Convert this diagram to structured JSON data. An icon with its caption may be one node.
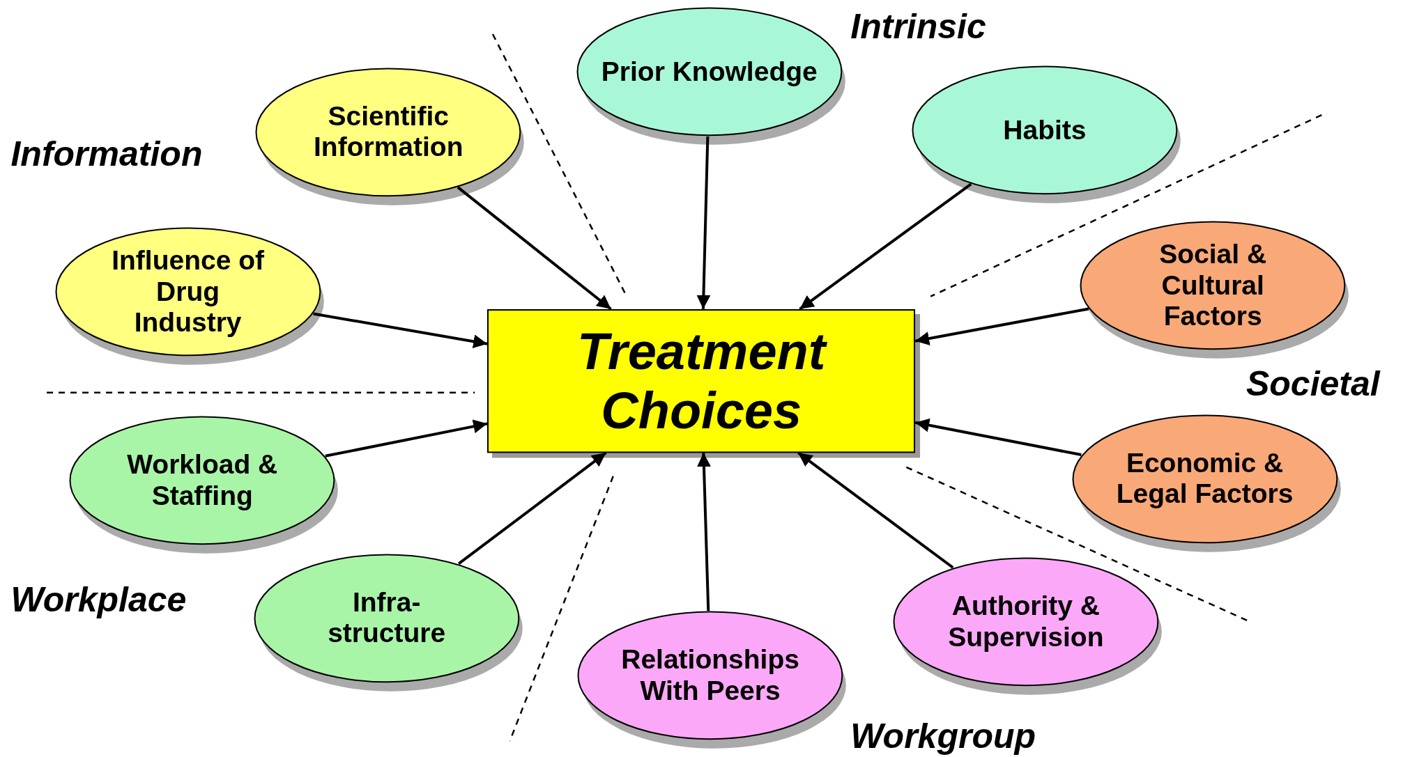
{
  "diagram": {
    "nodes": [
      {
        "text": [
          "Treatment Choices"
        ]
      },
      {
        "text": [
          "Scientific Information"
        ]
      },
      {
        "text": [
          "Influence of Drug Industry"
        ]
      },
      {
        "text": [
          "Workload & Staffing"
        ]
      },
      {
        "text": [
          "Infra- structure"
        ]
      },
      {
        "text": [
          "Prior Knowledge"
        ]
      },
      {
        "text": [
          "Habits"
        ]
      },
      {
        "text": [
          "Social & Cultural Factors"
        ]
      },
      {
        "text": [
          "Economic & Legal Factors"
        ]
      },
      {
        "text": [
          "Relationships With Peers"
        ]
      },
      {
        "text": [
          "Authority & Supervision"
        ]
      }
    ],
    "edges": [
      {
        "from": 1,
        "to": 0,
        "arrow": "to"
      },
      {
        "from": 2,
        "to": 0,
        "arrow": "to"
      },
      {
        "from": 3,
        "to": 0,
        "arrow": "to"
      },
      {
        "from": 4,
        "to": 0,
        "arrow": "to"
      },
      {
        "from": 5,
        "to": 0,
        "arrow": "to"
      },
      {
        "from": 6,
        "to": 0,
        "arrow": "to"
      },
      {
        "from": 7,
        "to": 0,
        "arrow": "to"
      },
      {
        "from": 8,
        "to": 0,
        "arrow": "to"
      },
      {
        "from": 9,
        "to": 0,
        "arrow": "to"
      },
      {
        "from": 10,
        "to": 0,
        "arrow": "to"
      }
    ],
    "labels": [
      "Intrinsic",
      "Information",
      "Societal",
      "Workplace",
      "Workgroup"
    ]
  }
}
